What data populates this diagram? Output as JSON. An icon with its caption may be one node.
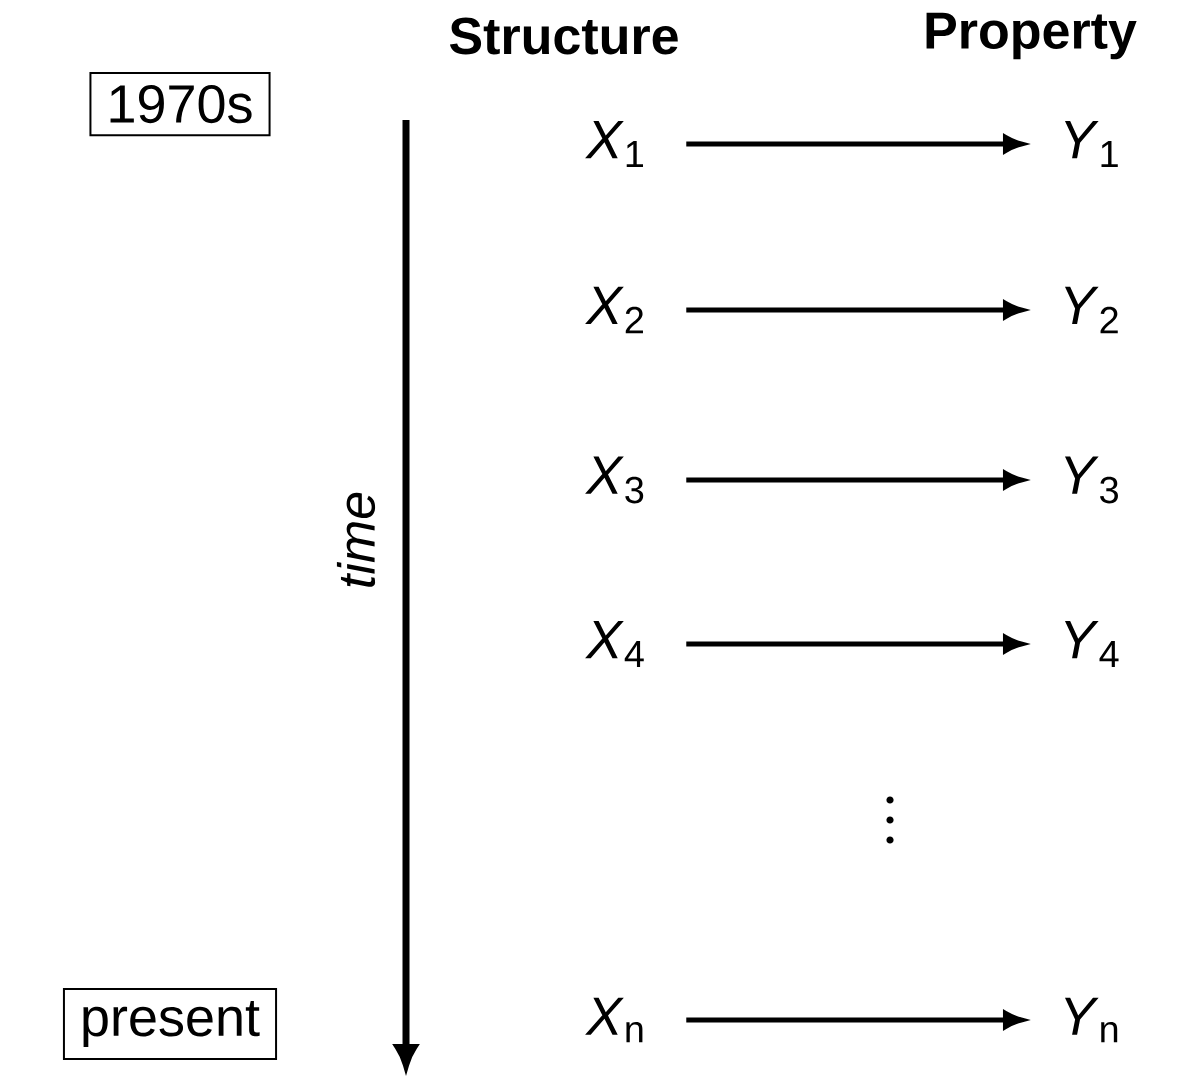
{
  "diagram": {
    "nodes": [
      {
        "text": [
          "1970s"
        ]
      },
      {
        "text": [
          "present"
        ]
      },
      {
        "text": [
          "*X*$_{1}$"
        ]
      },
      {
        "text": [
          "*Y*$_{1}$"
        ]
      },
      {
        "text": [
          "*X*$_{2}$"
        ]
      },
      {
        "text": [
          "*Y*$_{2}$"
        ]
      },
      {
        "text": [
          "*X*$_{3}$"
        ]
      },
      {
        "text": [
          "*Y*$_{3}$"
        ]
      },
      {
        "text": [
          "*X*$_{4}$"
        ]
      },
      {
        "text": [
          "*Y*$_{4}$"
        ]
      },
      {
        "text": [
          "*X*$_{n}$"
        ]
      },
      {
        "text": [
          "*Y*$_{n}$"
        ]
      }
    ],
    "edges": [
      {
        "from": 2,
        "to": 3,
        "arrow": "to"
      },
      {
        "from": 4,
        "to": 5,
        "arrow": "to"
      },
      {
        "from": 6,
        "to": 7,
        "arrow": "to"
      },
      {
        "from": 8,
        "to": 9,
        "arrow": "to"
      },
      {
        "from": 10,
        "to": 11,
        "arrow": "to"
      }
    ],
    "labels": [
      "Structure",
      "Property",
      "time"
    ]
  }
}
